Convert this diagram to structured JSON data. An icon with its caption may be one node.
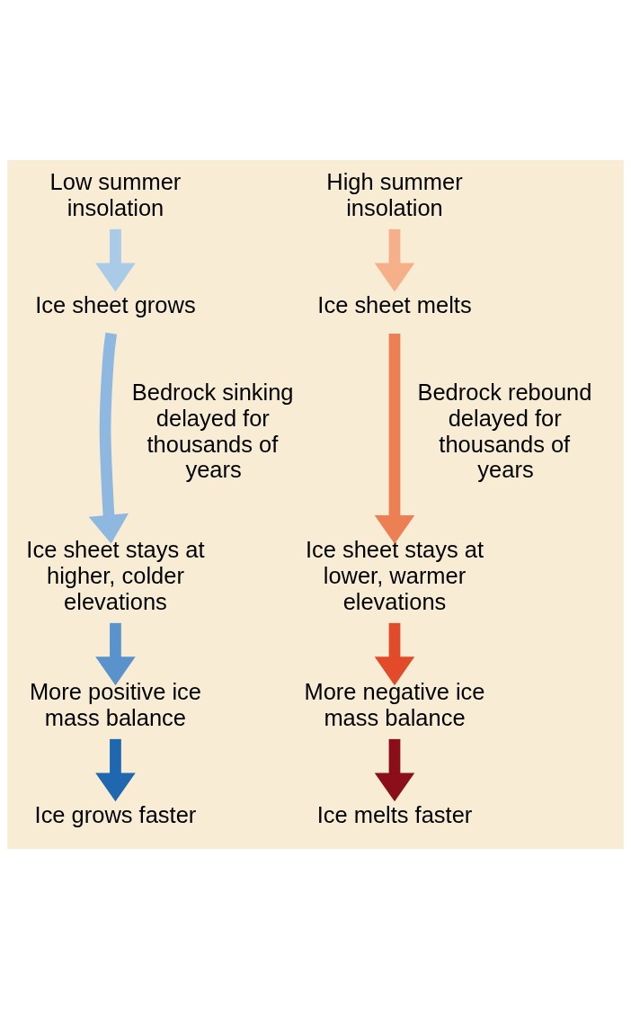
{
  "diagram": {
    "nodes": [
      {
        "text": [
          "Low summer insolation"
        ]
      },
      {
        "text": [
          "Ice sheet grows"
        ]
      },
      {
        "text": [
          "Ice sheet stays at higher, colder elevations"
        ]
      },
      {
        "text": [
          "More positive ice mass balance"
        ]
      },
      {
        "text": [
          "Ice grows faster"
        ]
      },
      {
        "text": [
          "High summer insolation"
        ]
      },
      {
        "text": [
          "Ice sheet melts"
        ]
      },
      {
        "text": [
          "Ice sheet stays at lower, warmer elevations"
        ]
      },
      {
        "text": [
          "More negative ice mass balance"
        ]
      },
      {
        "text": [
          "Ice melts faster"
        ]
      }
    ],
    "edges": [
      {
        "from": 0,
        "to": 1,
        "arrow": "to",
        "color": "#a9cbe8"
      },
      {
        "from": 1,
        "to": 2,
        "arrow": "to",
        "label": "Bedrock sinking delayed for thousands of years",
        "color": "#8fb8e0"
      },
      {
        "from": 2,
        "to": 3,
        "arrow": "to",
        "color": "#5a93cc"
      },
      {
        "from": 3,
        "to": 4,
        "arrow": "to",
        "color": "#1f68b0"
      },
      {
        "from": 5,
        "to": 6,
        "arrow": "to",
        "color": "#f5b08a"
      },
      {
        "from": 6,
        "to": 7,
        "arrow": "to",
        "label": "Bedrock rebound delayed for thousands of years",
        "color": "#ec8054"
      },
      {
        "from": 7,
        "to": 8,
        "arrow": "to",
        "color": "#e14b2a"
      },
      {
        "from": 8,
        "to": 9,
        "arrow": "to",
        "color": "#8a0f1a"
      }
    ]
  }
}
